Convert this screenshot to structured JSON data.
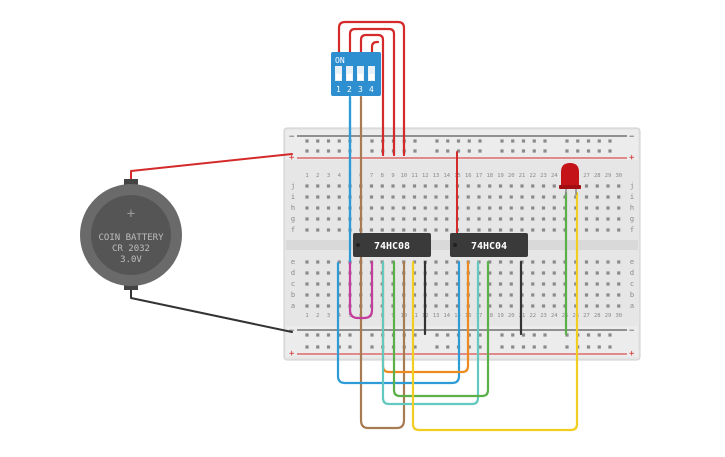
{
  "battery": {
    "line1": "COIN BATTERY",
    "line2": "CR 2032",
    "line3": "3.0V",
    "plus_sign": "+"
  },
  "dip_switch": {
    "label": "ON",
    "switch_numbers": [
      "1",
      "2",
      "3",
      "4"
    ]
  },
  "chips": [
    {
      "label": "74HC08"
    },
    {
      "label": "74HC04"
    }
  ],
  "breadboard": {
    "column_numbers": [
      "1",
      "2",
      "3",
      "4",
      "5",
      "6",
      "7",
      "8",
      "9",
      "10",
      "11",
      "12",
      "13",
      "14",
      "15",
      "16",
      "17",
      "18",
      "19",
      "20",
      "21",
      "22",
      "23",
      "24",
      "25",
      "26",
      "27",
      "28",
      "29",
      "30"
    ],
    "top_row_letters": [
      "j",
      "i",
      "h",
      "g",
      "f"
    ],
    "bottom_row_letters": [
      "e",
      "d",
      "c",
      "b",
      "a"
    ],
    "rail_minus": "−",
    "rail_plus": "+"
  },
  "colors": {
    "red": "#d42a2a",
    "black": "#333333",
    "blue": "#2f9bd6",
    "brown": "#a97b52",
    "magenta": "#c43c9c",
    "orange": "#ec8a20",
    "teal": "#62c8c0",
    "green": "#5bb04a",
    "yellow": "#f2cd22",
    "chip": "#3a3a3a",
    "dip_body": "#2e8fd0",
    "led": "#c4141a"
  }
}
